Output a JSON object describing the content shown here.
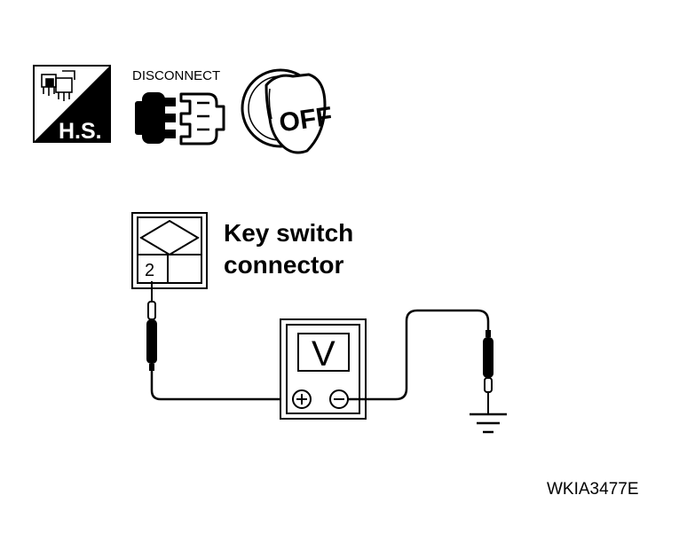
{
  "icons": {
    "harness_side": {
      "label": "H.S.",
      "icon": "harness-side-icon"
    },
    "disconnect": {
      "label": "DISCONNECT",
      "icon": "connector-disconnect-icon"
    },
    "ignition": {
      "label": "OFF",
      "icon": "ignition-key-off-icon"
    }
  },
  "connector": {
    "name_line1": "Key switch",
    "name_line2": "connector",
    "pin": "2"
  },
  "meter": {
    "display": "V",
    "positive_icon": "plus-terminal-icon",
    "negative_icon": "minus-terminal-icon"
  },
  "ground": {
    "icon": "ground-symbol-icon"
  },
  "figure_code": "WKIA3477E"
}
